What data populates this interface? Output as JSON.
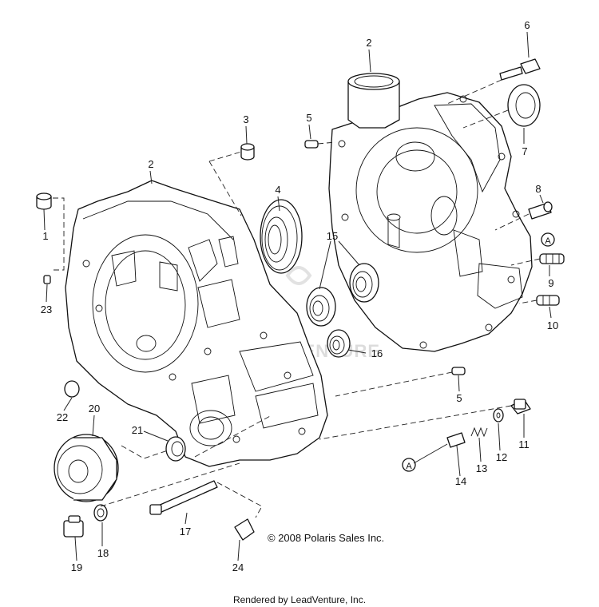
{
  "copyright": "© 2008 Polaris Sales Inc.",
  "footer": "Rendered by LeadVenture, Inc.",
  "watermark": "LEADVENTURE",
  "callouts": [
    "1",
    "2",
    "2",
    "3",
    "4",
    "5",
    "5",
    "6",
    "7",
    "8",
    "9",
    "10",
    "11",
    "12",
    "13",
    "14",
    "15",
    "16",
    "17",
    "18",
    "19",
    "20",
    "21",
    "22",
    "23",
    "24"
  ],
  "reference_markers": [
    "A",
    "A"
  ]
}
